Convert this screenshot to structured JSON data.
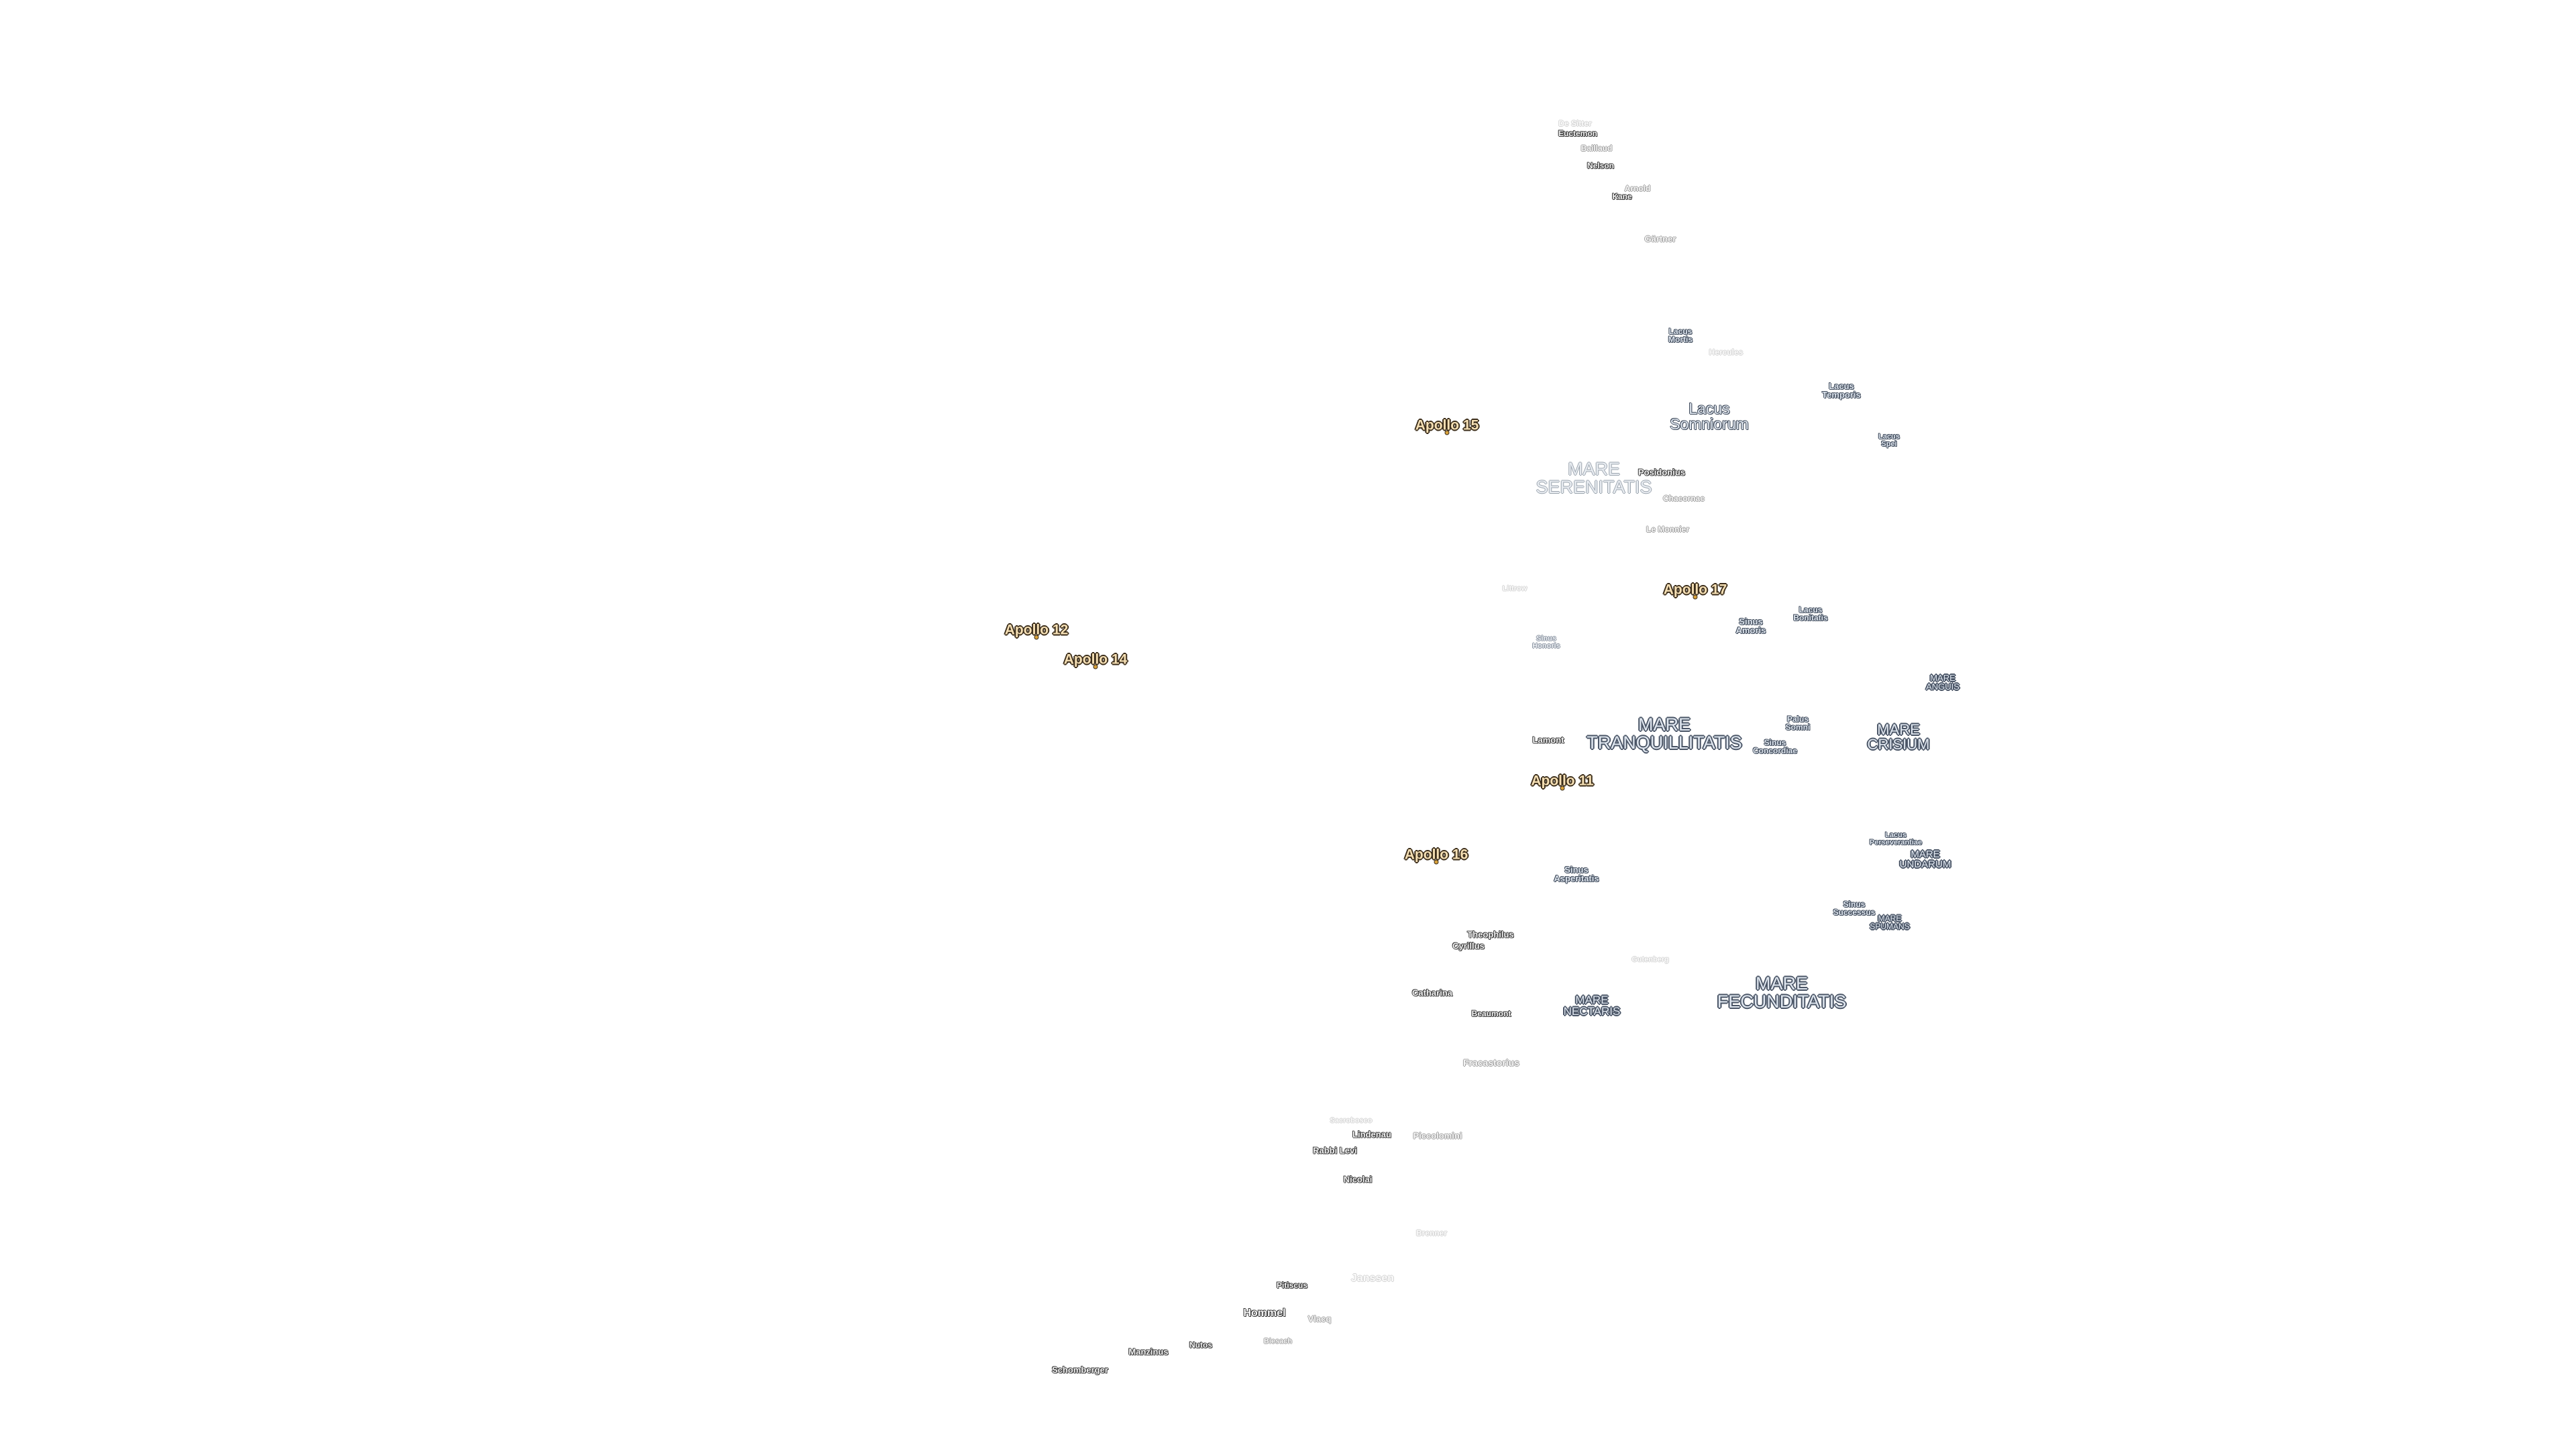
{
  "map": {
    "subject": "Moon near side",
    "colors": {
      "background": "#ffffff",
      "sea_fill": "#dfe6ef",
      "sea_outline": "#4a5566",
      "apollo_fill": "#f5dfb4",
      "apollo_outline": "#3b2d1a",
      "crater_outline": "#3a3a3a"
    }
  },
  "labels": {
    "de_gasparis_like": "De Sitter",
    "euctemon": "Euctemon",
    "baillaud": "Baillaud",
    "nelson": "Nelson",
    "arnold": "Arnold",
    "kane": "Kane",
    "gartner": "Gärtner",
    "lacus_mortis": "Lacus\nMortis",
    "hercules": "Hercules",
    "lacus_temporis": "Lacus\nTemporis",
    "lacus_somniorum": "Lacus\nSomniorum",
    "lacus_spei": "Lacus\nSpei",
    "apollo_15": "Apollo 15",
    "mare_serenitatis": "MARE\nSERENITATIS",
    "posidonius": "Posidonius",
    "chacornac": "Chacornac",
    "le_monnier": "Le Monnier",
    "faint_near_17": "Littrow",
    "apollo_17": "Apollo 17",
    "lacus_bonitatis": "Lacus\nBonitatis",
    "sinus_amoris": "Sinus\nAmoris",
    "sinus_honoris": "Sinus\nHonoris",
    "apollo_12": "Apollo 12",
    "apollo_14": "Apollo 14",
    "mare_anguis": "MARE\nANGUIS",
    "mare_tranquillitatis": "MARE\nTRANQUILLITATIS",
    "palus_somni": "Palus\nSomni",
    "mare_crisium": "MARE\nCRISIUM",
    "lamont": "Lamont",
    "sinus_concordiae": "Sinus\nConcordiae",
    "apollo_11": "Apollo 11",
    "lacus_perseverantiae": "Lacus\nPerseverantiae",
    "mare_undarum": "MARE\nUNDARUM",
    "apollo_16": "Apollo 16",
    "sinus_asperitatis": "Sinus\nAsperitatis",
    "sinus_successus": "Sinus\nSuccessus",
    "mare_spumans": "MARE\nSPUMANS",
    "theophilus": "Theophilus",
    "cyrillus": "Cyrillus",
    "faint_mid": "Gutenberg",
    "mare_fecunditatis": "MARE\nFECUNDITATIS",
    "catharina": "Catharina",
    "mare_nectaris": "MARE\nNECTARIS",
    "beaumont": "Beaumont",
    "fracastorius": "Fracastorius",
    "faint_south_1": "Sacrobosco",
    "lindenau": "Lindenau",
    "piccolomini": "Piccolomini",
    "rabbi_levi": "Rabbi Levi",
    "nicolai": "Nicolai",
    "brenner": "Brenner",
    "janssen": "Janssen",
    "pitiscus": "Pitiscus",
    "hommel": "Hommel",
    "vlacq": "Vlacq",
    "nutos": "Nutos",
    "biesach": "Biesach",
    "manzinus": "Manzinus",
    "schomberger": "Schomberger"
  }
}
